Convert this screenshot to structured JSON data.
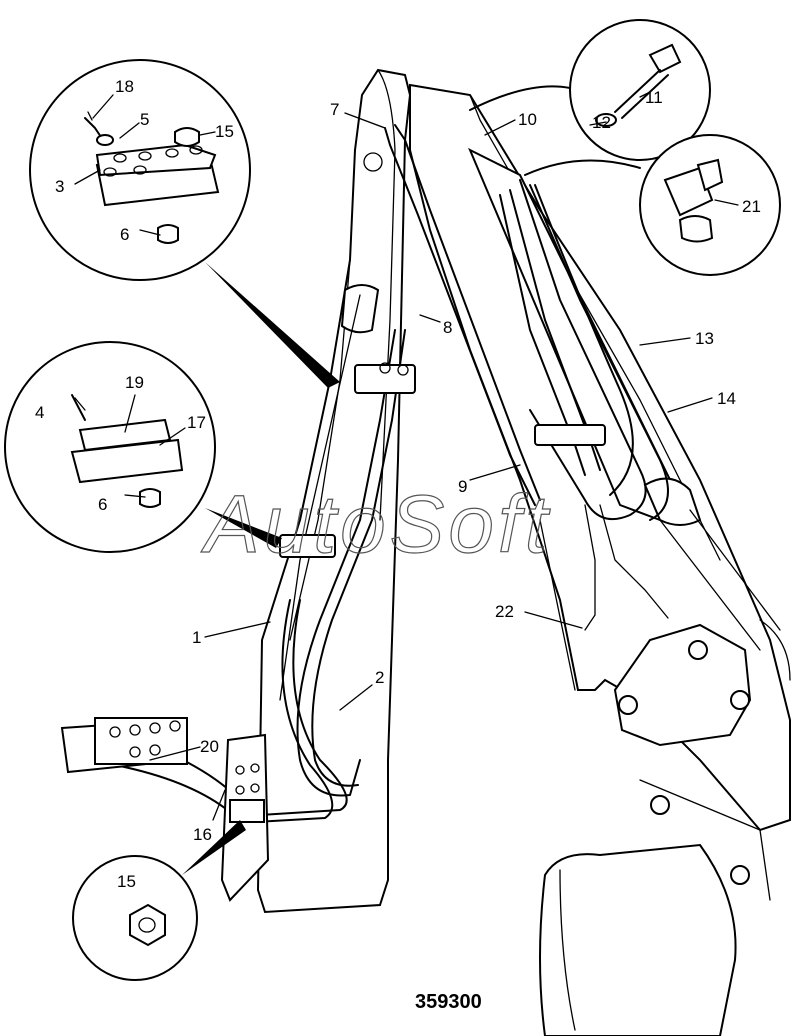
{
  "watermark": "AutoSoft",
  "figure_code": "359300",
  "callouts": [
    "1",
    "2",
    "3",
    "4",
    "5",
    "6",
    "6",
    "7",
    "8",
    "9",
    "10",
    "11",
    "12",
    "13",
    "14",
    "15",
    "15",
    "16",
    "17",
    "18",
    "19",
    "20",
    "21",
    "22"
  ]
}
